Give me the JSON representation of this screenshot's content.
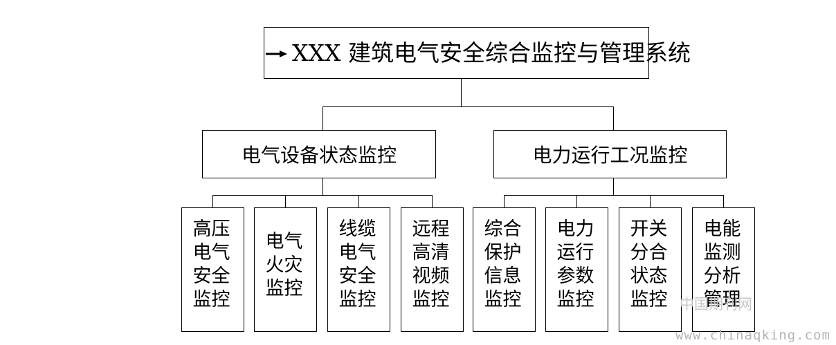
{
  "root": {
    "title": "XXX 建筑电气安全综合监控与管理系统"
  },
  "branches": [
    {
      "label": "电气设备状态监控",
      "children": [
        {
          "label": "高压电气安全监控"
        },
        {
          "label": "电气火灾监控"
        },
        {
          "label": "线缆电气安全监控"
        },
        {
          "label": "远程高清视频监控"
        }
      ]
    },
    {
      "label": "电力运行工况监控",
      "children": [
        {
          "label": "综合保护信息监控"
        },
        {
          "label": "电力运行参数监控"
        },
        {
          "label": "开关分合状态监控"
        },
        {
          "label": "电能监测分析管理"
        }
      ]
    }
  ],
  "watermark": {
    "cn": "中国期刊网",
    "url": "www.chinaqking.com"
  }
}
